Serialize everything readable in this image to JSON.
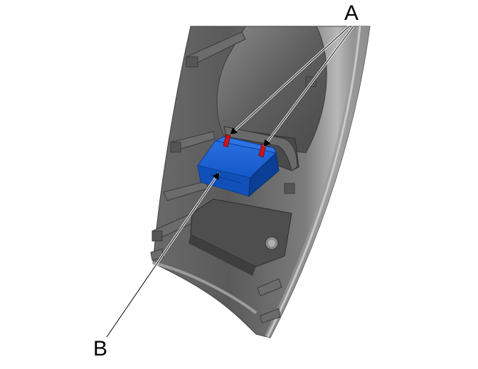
{
  "diagram": {
    "type": "service-manual-illustration",
    "subject": "interior trim panel with blue electrical connector",
    "callouts": [
      {
        "id": "A",
        "label": "A",
        "targets": "red release tabs (2) on connector",
        "arrow_count": 2
      },
      {
        "id": "B",
        "label": "B",
        "targets": "blue connector body",
        "arrow_count": 1
      }
    ],
    "colors": {
      "background": "#ffffff",
      "panel_dark": "#5a5a5a",
      "panel_mid": "#7a7a7a",
      "panel_light": "#b5b5b5",
      "connector_blue": "#1457c8",
      "connector_blue_dark": "#0b3f96",
      "tab_red": "#c8141b",
      "leader_line": "#000000"
    }
  }
}
